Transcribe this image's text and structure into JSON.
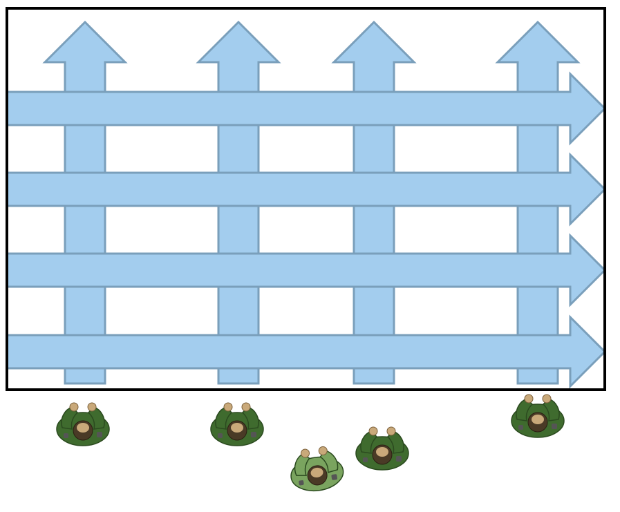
{
  "colors": {
    "arrow_fill": "#a3cdee",
    "arrow_stroke": "#7a9fbb",
    "frame": "#000000",
    "uniform_dark": "#3f6b2e",
    "uniform_light": "#7aa45f",
    "skin": "#c9a97a",
    "hair": "#4a3a26"
  },
  "diagram": {
    "frame": "rectangular-area",
    "vertical_arrows": {
      "direction": "up",
      "count": 4
    },
    "horizontal_arrows": {
      "direction": "right",
      "count": 4
    },
    "people": [
      {
        "icon": "soldier-icon",
        "shade": "dark"
      },
      {
        "icon": "soldier-icon",
        "shade": "dark"
      },
      {
        "icon": "soldier-icon",
        "shade": "light"
      },
      {
        "icon": "soldier-icon",
        "shade": "dark"
      },
      {
        "icon": "soldier-icon",
        "shade": "dark"
      }
    ]
  }
}
